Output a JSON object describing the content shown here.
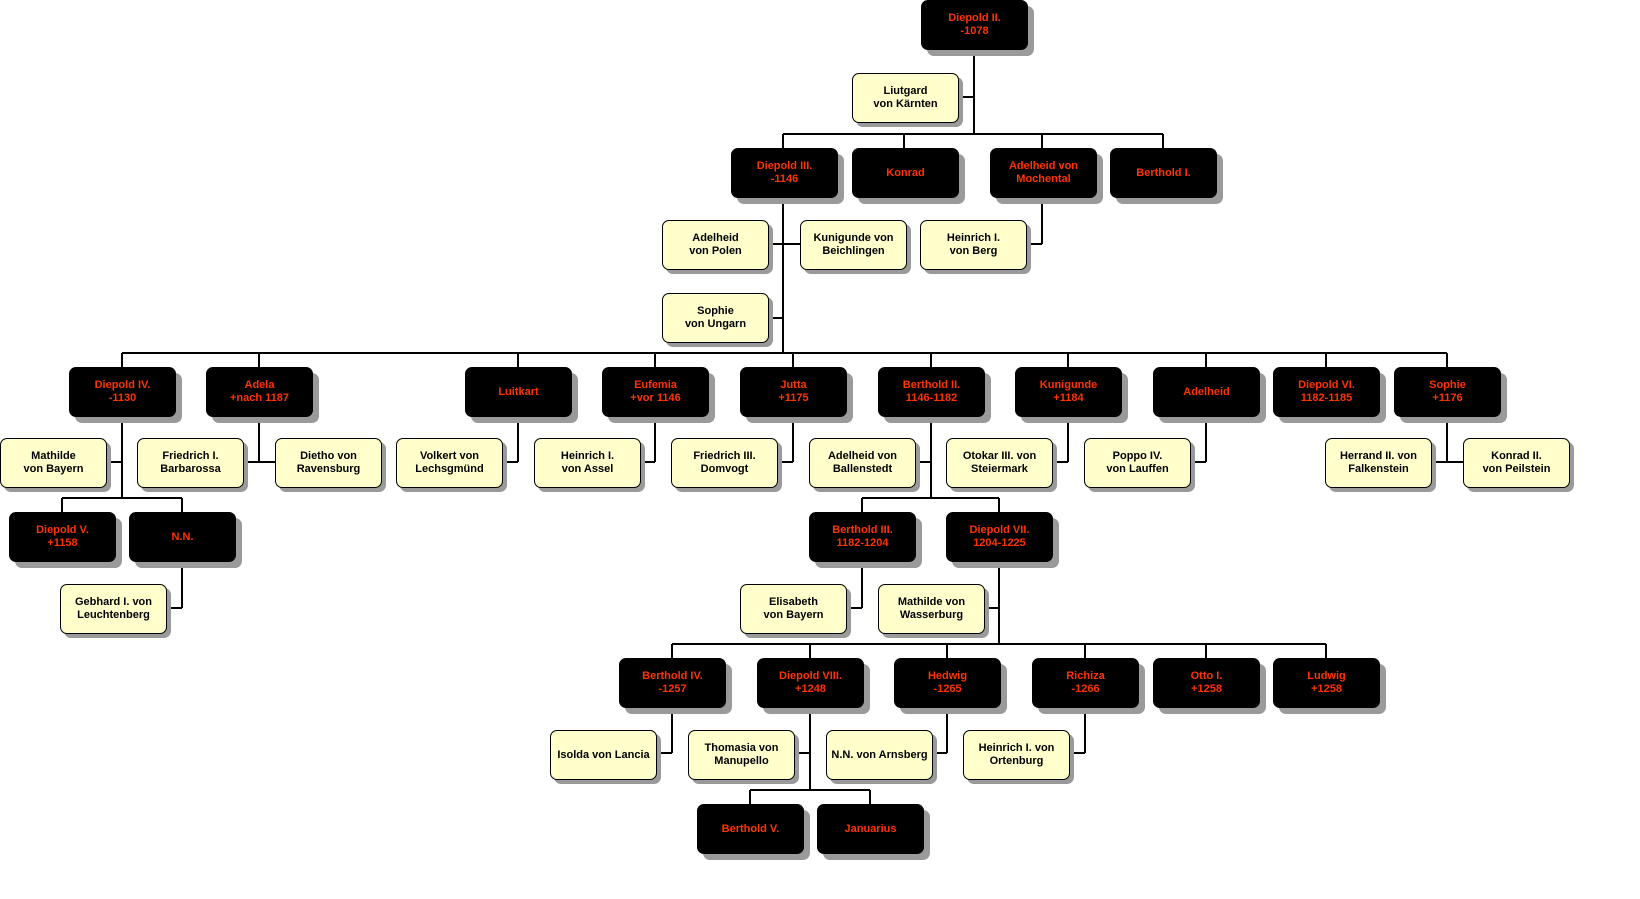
{
  "colors": {
    "member_box": "#000000",
    "member_text": "#ff3300",
    "spouse_box": "#ffffcc",
    "spouse_text": "#000000",
    "connector": "#000000"
  },
  "people": {
    "diepold2": "Diepold II.\n-1078",
    "liutgard": "Liutgard\nvon Kärnten",
    "diepold3": "Diepold III.\n-1146",
    "konrad": "Konrad",
    "adelheid_mochental": "Adelheid von\nMochental",
    "berthold1": "Berthold I.",
    "adelheid_polen": "Adelheid\nvon Polen",
    "kunigunde_beichlingen": "Kunigunde von\nBeichlingen",
    "heinrich_berg": "Heinrich I.\nvon Berg",
    "sophie_ungarn": "Sophie\nvon Ungarn",
    "diepold4": "Diepold IV.\n-1130",
    "adela": "Adela\n+nach 1187",
    "luitkart": "Luitkart",
    "eufemia": "Eufemia\n+vor 1146",
    "jutta": "Jutta\n+1175",
    "berthold2": "Berthold II.\n1146-1182",
    "kunigunde": "Kunigunde\n+1184",
    "adelheid": "Adelheid",
    "diepold6": "Diepold VI.\n1182-1185",
    "sophie": "Sophie\n+1176",
    "mathilde_bayern": "Mathilde\nvon Bayern",
    "friedrich_barbarossa": "Friedrich I.\nBarbarossa",
    "dietho_ravensburg": "Dietho von\nRavensburg",
    "volkert": "Volkert von\nLechsgmünd",
    "heinrich_assel": "Heinrich I.\nvon Assel",
    "friedrich_domvogt": "Friedrich III.\nDomvogt",
    "adelheid_ballenstedt": "Adelheid von\nBallenstedt",
    "otokar": "Otokar III. von\nSteiermark",
    "poppo": "Poppo IV.\nvon Lauffen",
    "herrand": "Herrand II. von\nFalkenstein",
    "konrad_peilstein": "Konrad II.\nvon Peilstein",
    "diepold5": "Diepold V.\n+1158",
    "nn": "N.N.",
    "gebhard": "Gebhard I. von\nLeuchtenberg",
    "berthold3": "Berthold III.\n1182-1204",
    "diepold7": "Diepold VII.\n1204-1225",
    "elisabeth": "Elisabeth\nvon Bayern",
    "mathilde_wasserburg": "Mathilde von\nWasserburg",
    "berthold4": "Berthold IV.\n-1257",
    "diepold8": "Diepold VIII.\n+1248",
    "hedwig": "Hedwig\n-1265",
    "richiza": "Richiza\n-1266",
    "otto1": "Otto I.\n+1258",
    "ludwig": "Ludwig\n+1258",
    "isolda": "Isolda von Lancia",
    "thomasia": "Thomasia von\nManupello",
    "nn_arnsberg": "N.N. von Arnsberg",
    "heinrich_ortenburg": "Heinrich I. von\nOrtenburg",
    "berthold5": "Berthold V.",
    "januarius": "Januarius"
  }
}
